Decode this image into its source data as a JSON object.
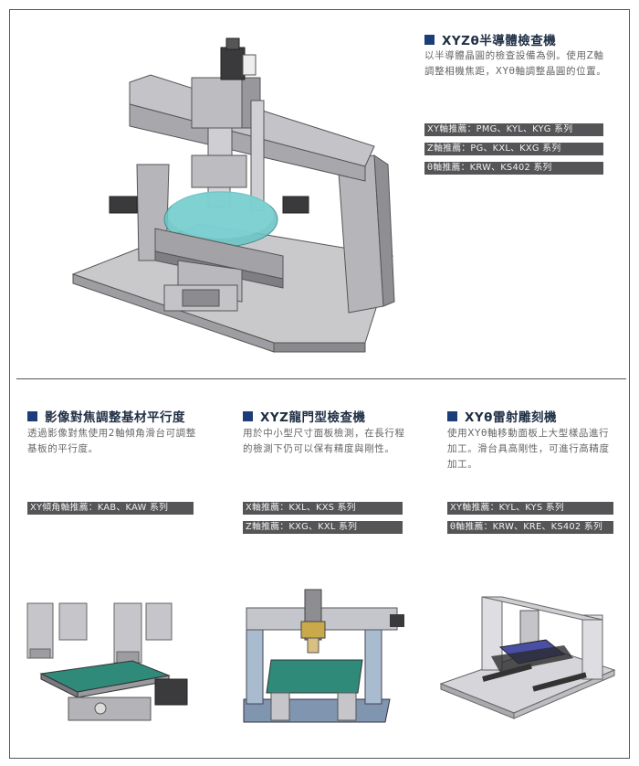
{
  "main": {
    "title": "XYZθ半導體檢查機",
    "description": "以半導體晶圓的檢查設備為例。使用Z軸調整相機焦距，XYθ軸調整晶圓的位置。",
    "tags": [
      "XY軸推薦：PMG、KYL、KYG 系列",
      "Z軸推薦：PG、KXL、KXG 系列",
      "θ軸推薦：KRW、KS402 系列"
    ]
  },
  "col1": {
    "title": "影像對焦調整基材平行度",
    "description": "透過影像對焦使用2軸傾角滑台可調整基板的平行度。",
    "tags": [
      "XY傾角軸推薦：KAB、KAW 系列"
    ]
  },
  "col2": {
    "title": "XYZ龍門型檢查機",
    "description": "用於中小型尺寸面板檢測，在長行程的檢測下仍可以保有精度與剛性。",
    "tags": [
      "X軸推薦：KXL、KXS 系列",
      "Z軸推薦：KXG、KXL 系列"
    ]
  },
  "col3": {
    "title": "XYθ雷射雕刻機",
    "description": "使用XYθ軸移動面板上大型樣品進行加工。滑台具高剛性，可進行高精度加工。",
    "tags": [
      "XY軸推薦：KYL、KYS 系列",
      "θ軸推薦：KRW、KRE、KS402 系列"
    ]
  },
  "icons": {
    "square": "heading-square-icon",
    "main_image": "semiconductor-inspection-machine-illustration",
    "img1": "tilt-stage-microscope-illustration",
    "img2": "gantry-inspection-machine-illustration",
    "img3": "laser-engraving-machine-illustration"
  },
  "colors": {
    "heading_square": "#1d3d7a",
    "tag_bg": "#555558",
    "frame": "#555555"
  }
}
